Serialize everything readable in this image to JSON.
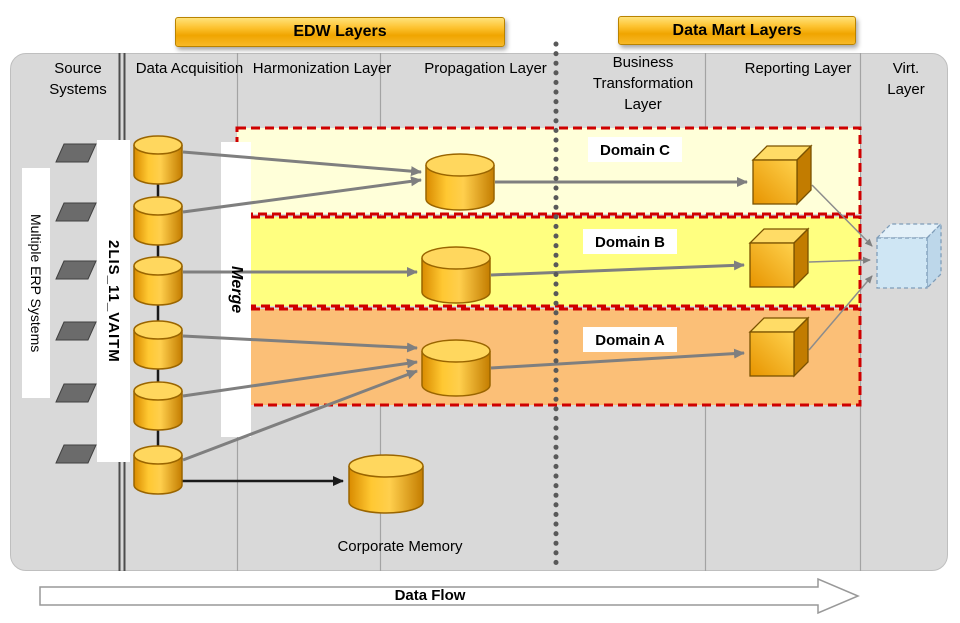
{
  "banners": {
    "edw": "EDW Layers",
    "data_mart": "Data Mart Layers"
  },
  "column_headers": {
    "source": "Source Systems",
    "acquisition": "Data Acquisition",
    "harmonization": "Harmonization Layer",
    "propagation": "Propagation Layer",
    "business_transformation": "Business Transformation Layer",
    "reporting": "Reporting Layer",
    "virtual": "Virt. Layer"
  },
  "vertical_labels": {
    "erp": "Multiple ERP Systems",
    "extractor": "2LIS_11_VAITM",
    "merge": "Merge"
  },
  "domains": {
    "c": {
      "label": "Domain C",
      "band_color": "#ffffd9"
    },
    "b": {
      "label": "Domain B",
      "band_color": "#ffff80"
    },
    "a": {
      "label": "Domain A",
      "band_color": "#fbbf77"
    }
  },
  "annotations": {
    "corporate_memory": "Corporate Memory",
    "data_flow": "Data Flow"
  },
  "colors": {
    "banner_gold": "#f2a900",
    "domain_border_red": "#cf0000",
    "cylinder_gold": "#f5a800",
    "cube_gold": "#f0a500",
    "virtual_cube_blue": "#cfe6f4",
    "panel_gray": "#d9d9d9",
    "arrow_gray": "#7f7f7f"
  }
}
